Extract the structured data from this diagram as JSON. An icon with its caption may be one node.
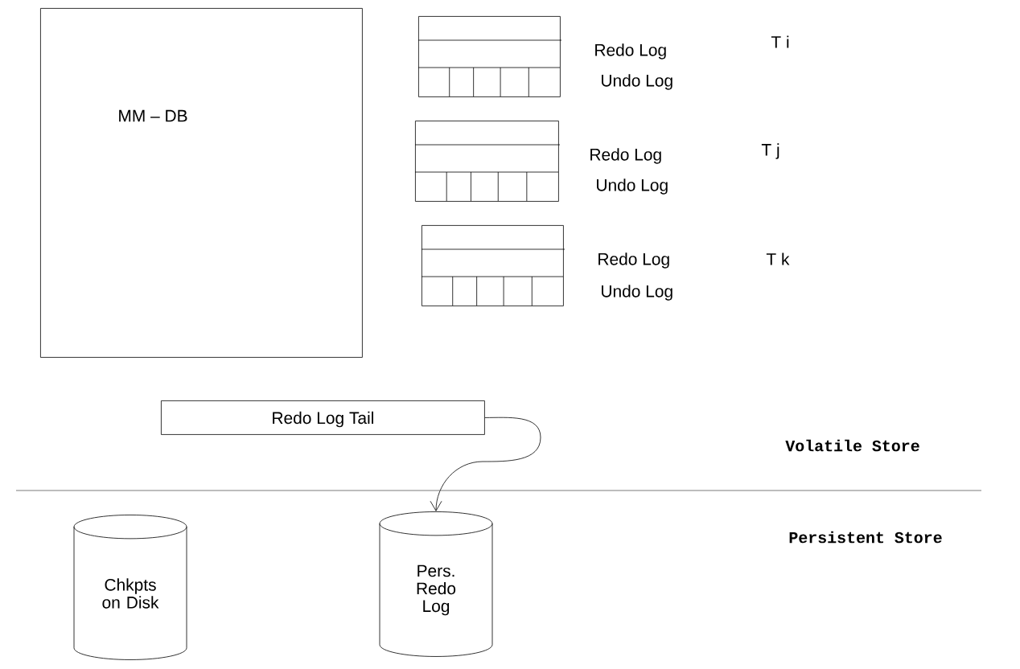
{
  "diagram": {
    "nodes": [
      {
        "text": [
          "MM – DB"
        ]
      },
      {
        "text": [],
        "shape": "box",
        "beside": [
          "Redo Log",
          "Undo Log"
        ]
      },
      {
        "text": [],
        "shape": "box",
        "beside": [
          "Redo Log",
          "Undo Log"
        ]
      },
      {
        "text": [],
        "shape": "box",
        "beside": [
          "Redo Log",
          "Undo Log"
        ]
      },
      {
        "text": [
          "Redo Log Tail"
        ]
      },
      {
        "text": [
          "Chkpts on Disk"
        ]
      },
      {
        "text": [
          "Pers. Redo Log"
        ]
      }
    ],
    "edges": [
      {
        "from": 4,
        "to": 6,
        "arrow": "to"
      }
    ],
    "labels": [
      "T i",
      "T j",
      "T k",
      "Volatile Store",
      "Persistent Store"
    ]
  }
}
